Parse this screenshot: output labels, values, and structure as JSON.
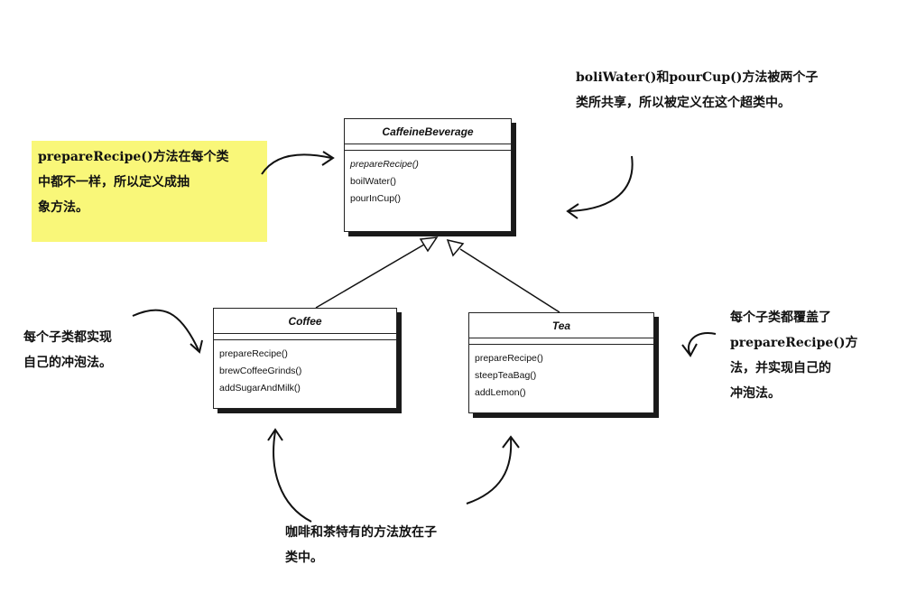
{
  "classes": {
    "caffeine": {
      "name": "CaffeineBeverage",
      "methods": [
        "prepareRecipe()",
        "boilWater()",
        "pourInCup()"
      ]
    },
    "coffee": {
      "name": "Coffee",
      "methods": [
        "prepareRecipe()",
        "brewCoffeeGrinds()",
        "addSugarAndMilk()"
      ]
    },
    "tea": {
      "name": "Tea",
      "methods": [
        "prepareRecipe()",
        "steepTeaBag()",
        "addLemon()"
      ]
    }
  },
  "notes": {
    "prepare_recipe": [
      "prepareRecipe()方法在每个类",
      "中都不一样，所以定义成抽",
      "象方法。"
    ],
    "boil_water": [
      "boliWater()和pourCup()方法被两个子",
      "类所共享，所以被定义在这个超类中。"
    ],
    "subclass_impl": [
      "每个子类都实现",
      "自己的冲泡法。"
    ],
    "subclass_override": [
      "每个子类都覆盖了",
      "prepareRecipe()方",
      "法，并实现自己的",
      "冲泡法。"
    ],
    "subclass_methods": [
      "咖啡和茶特有的方法放在子",
      "类中。"
    ]
  },
  "colors": {
    "highlight": "#f9f779",
    "ink": "#111111"
  }
}
